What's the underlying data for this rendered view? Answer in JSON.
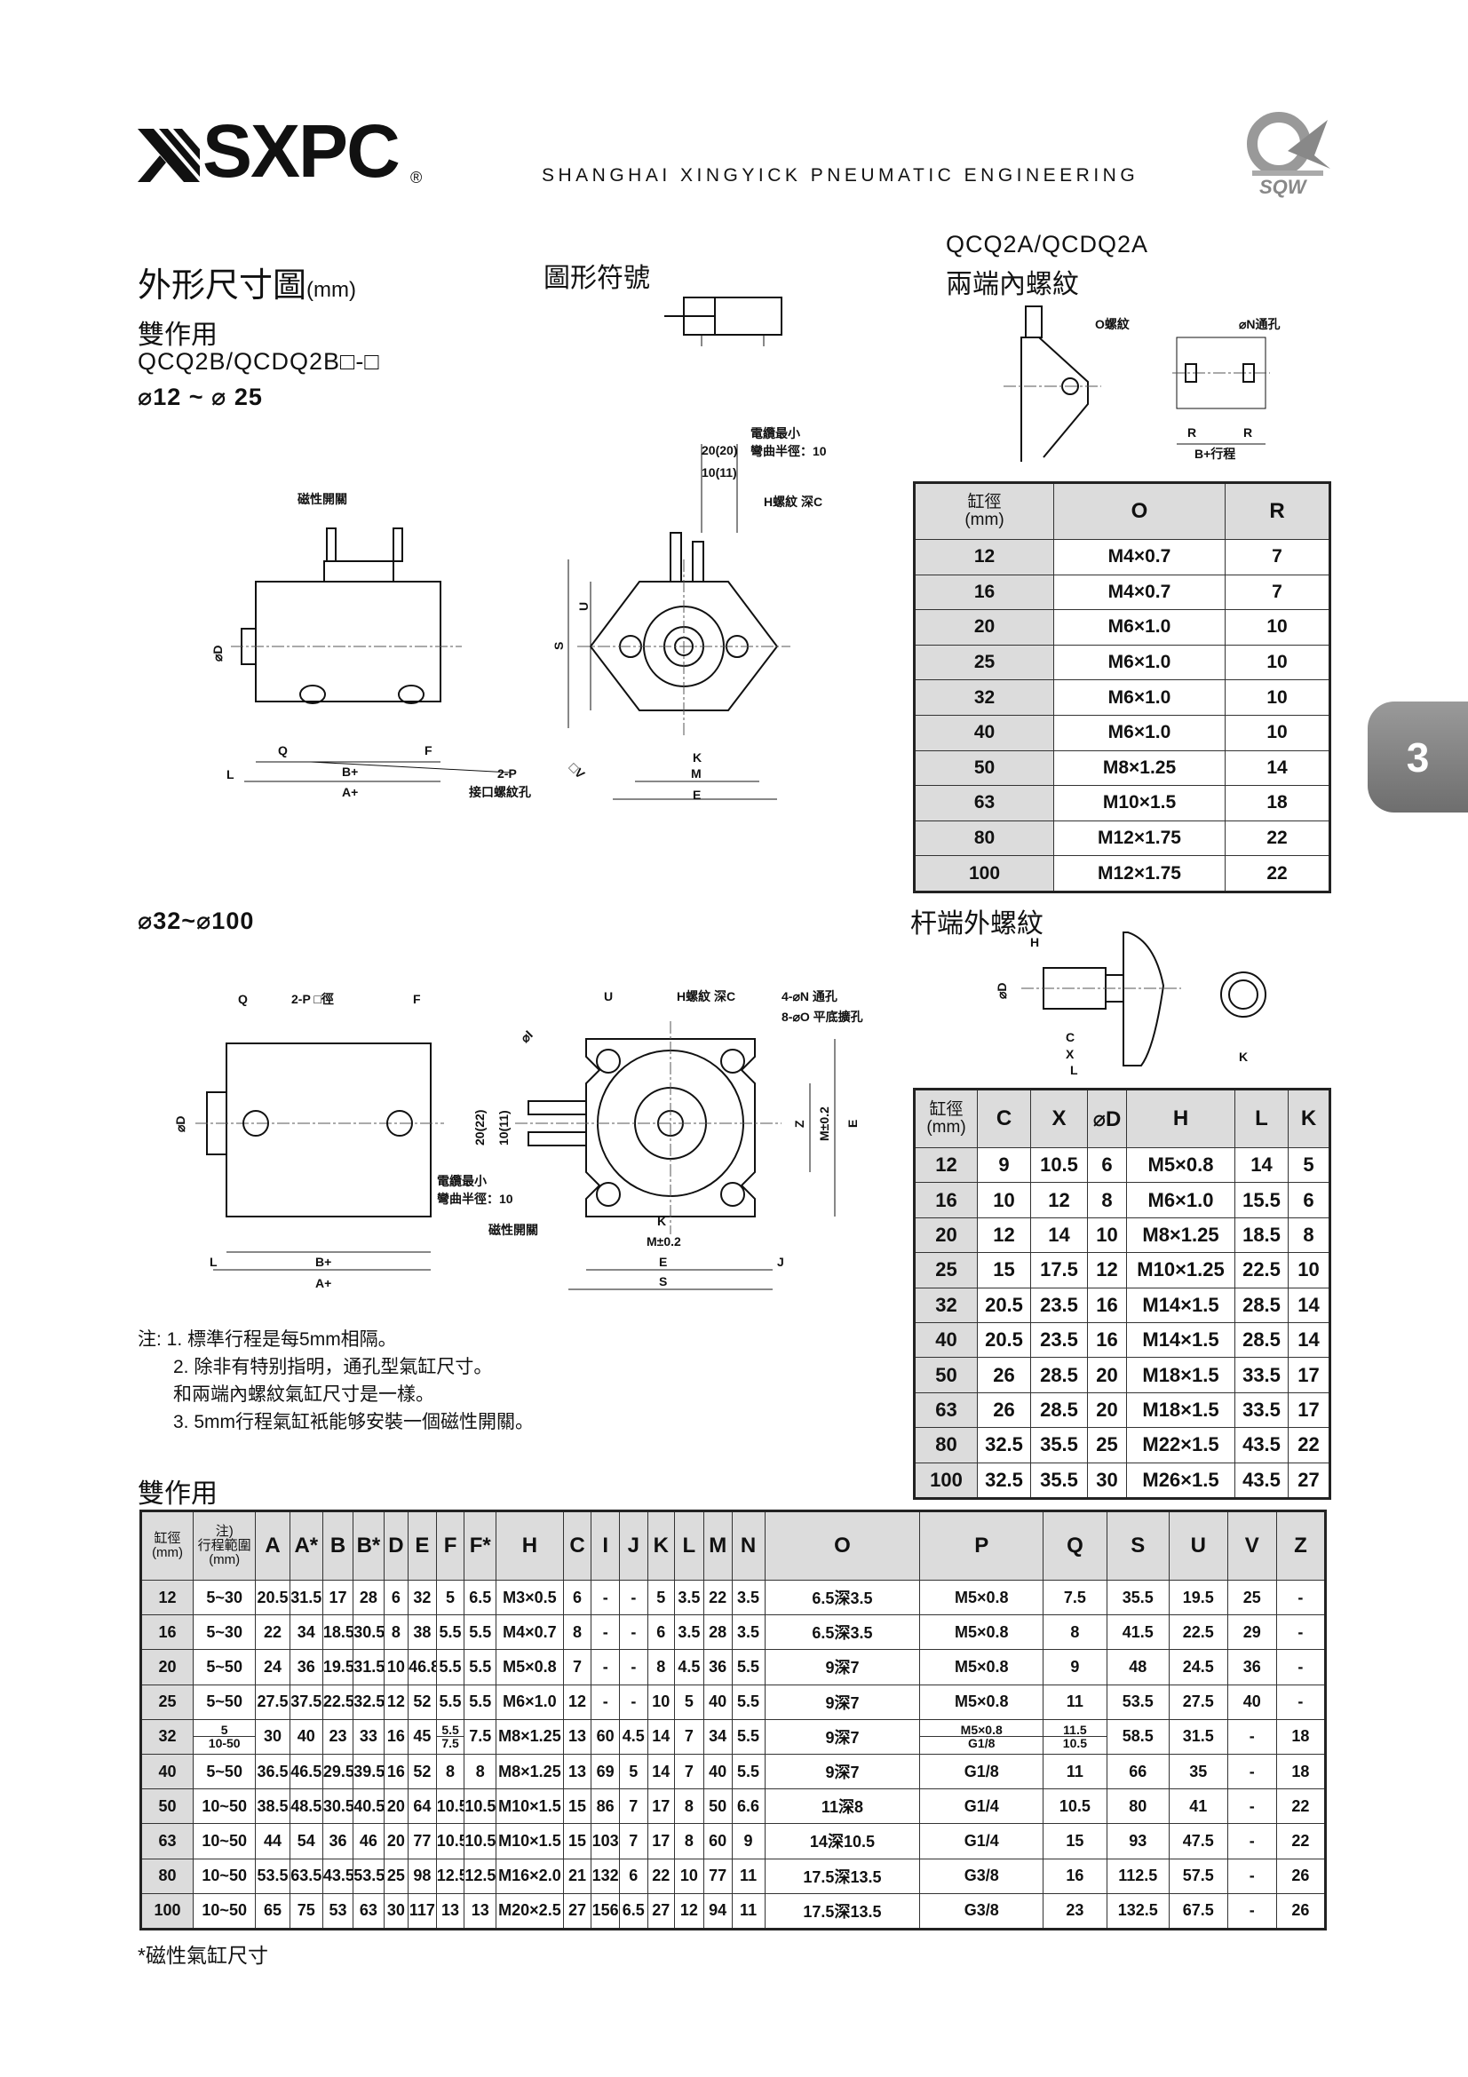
{
  "header": {
    "brand": "SXPC",
    "registered": "®",
    "company": "SHANGHAI XINGYICK PNEUMATIC ENGINEERING",
    "sqw_logo": "SQW"
  },
  "page_tab": "3",
  "titles": {
    "dimensions": "外形尺寸圖",
    "dimensions_unit": "(mm)",
    "double_acting": "雙作用",
    "model": "QCQ2B/QCDQ2B□-□",
    "range_small": "⌀12 ~ ⌀ 25",
    "symbol": "圖形符號",
    "model_a": "QCQ2A/QCDQ2A",
    "internal_thread": "兩端內螺紋",
    "range_large": "⌀32~⌀100",
    "rod_thread": "杆端外螺紋",
    "double_acting_2": "雙作用"
  },
  "drawing_small_side": {
    "switch": "磁性開關",
    "d": "⌀D",
    "q": "Q",
    "f": "F",
    "l": "L",
    "b": "B+",
    "a": "A+",
    "port1": "2-P",
    "port2": "接口螺紋孔"
  },
  "drawing_small_front": {
    "w1": "20(20)",
    "w2": "10(11)",
    "cable1": "電纜最小",
    "cable2": "彎曲半徑：10",
    "hthread": "H螺紋  深C",
    "u": "U",
    "s": "S",
    "v": "□V",
    "k": "K",
    "m": "M",
    "e": "E"
  },
  "drawing_internal": {
    "o": "O螺紋",
    "n": "⌀N通孔",
    "r1": "R",
    "r2": "R",
    "b": "B+行程"
  },
  "drawing_rod": {
    "h": "H",
    "d": "⌀D",
    "c": "C",
    "x": "X",
    "l": "L",
    "k": "K"
  },
  "drawing_large_side": {
    "q": "Q",
    "p": "2-P  □徑",
    "f": "F",
    "d": "⌀D",
    "l": "L",
    "b": "B+",
    "a": "A+"
  },
  "drawing_large_front": {
    "i": "⌀I",
    "u": "U",
    "h": "H螺紋  深C",
    "n": "4-⌀N     通孔",
    "o": "8-⌀O    平底擴孔",
    "w1": "20(22)",
    "w2": "10(11)",
    "z": "Z",
    "m1": "M±0.2",
    "e1": "E",
    "cable1": "電纜最小",
    "cable2": "彎曲半徑：10",
    "switch": "磁性開關",
    "k": "K",
    "m2": "M±0.2",
    "e2": "E",
    "j": "J",
    "s": "S"
  },
  "or_table": {
    "headers": [
      "缸徑\n(mm)",
      "O",
      "R"
    ],
    "rows": [
      [
        "12",
        "M4×0.7",
        "7"
      ],
      [
        "16",
        "M4×0.7",
        "7"
      ],
      [
        "20",
        "M6×1.0",
        "10"
      ],
      [
        "25",
        "M6×1.0",
        "10"
      ],
      [
        "32",
        "M6×1.0",
        "10"
      ],
      [
        "40",
        "M6×1.0",
        "10"
      ],
      [
        "50",
        "M8×1.25",
        "14"
      ],
      [
        "63",
        "M10×1.5",
        "18"
      ],
      [
        "80",
        "M12×1.75",
        "22"
      ],
      [
        "100",
        "M12×1.75",
        "22"
      ]
    ]
  },
  "rod_table": {
    "headers": [
      "缸徑\n(mm)",
      "C",
      "X",
      "⌀D",
      "H",
      "L",
      "K"
    ],
    "rows": [
      [
        "12",
        "9",
        "10.5",
        "6",
        "M5×0.8",
        "14",
        "5"
      ],
      [
        "16",
        "10",
        "12",
        "8",
        "M6×1.0",
        "15.5",
        "6"
      ],
      [
        "20",
        "12",
        "14",
        "10",
        "M8×1.25",
        "18.5",
        "8"
      ],
      [
        "25",
        "15",
        "17.5",
        "12",
        "M10×1.25",
        "22.5",
        "10"
      ],
      [
        "32",
        "20.5",
        "23.5",
        "16",
        "M14×1.5",
        "28.5",
        "14"
      ],
      [
        "40",
        "20.5",
        "23.5",
        "16",
        "M14×1.5",
        "28.5",
        "14"
      ],
      [
        "50",
        "26",
        "28.5",
        "20",
        "M18×1.5",
        "33.5",
        "17"
      ],
      [
        "63",
        "26",
        "28.5",
        "20",
        "M18×1.5",
        "33.5",
        "17"
      ],
      [
        "80",
        "32.5",
        "35.5",
        "25",
        "M22×1.5",
        "43.5",
        "22"
      ],
      [
        "100",
        "32.5",
        "35.5",
        "30",
        "M26×1.5",
        "43.5",
        "27"
      ]
    ]
  },
  "notes": [
    "注: 1. 標準行程是每5mm相隔。",
    "2. 除非有特别指明，通孔型氣缸尺寸。",
    "和兩端內螺紋氣缸尺寸是一樣。",
    "3. 5mm行程氣缸衹能够安裝一個磁性開關。"
  ],
  "main_table": {
    "headers": [
      "缸徑\n(mm)",
      "注)\n行程範圍\n(mm)",
      "A",
      "A*",
      "B",
      "B*",
      "D",
      "E",
      "F",
      "F*",
      "H",
      "C",
      "I",
      "J",
      "K",
      "L",
      "M",
      "N",
      "O",
      "P",
      "Q",
      "S",
      "U",
      "V",
      "Z"
    ],
    "rows": [
      [
        "12",
        "5~30",
        "20.5",
        "31.5",
        "17",
        "28",
        "6",
        "32",
        "5",
        "6.5",
        "M3×0.5",
        "6",
        "-",
        "-",
        "5",
        "3.5",
        "22",
        "3.5",
        "6.5深3.5",
        "M5×0.8",
        "7.5",
        "35.5",
        "19.5",
        "25",
        "-"
      ],
      [
        "16",
        "5~30",
        "22",
        "34",
        "18.5",
        "30.5",
        "8",
        "38",
        "5.5",
        "5.5",
        "M4×0.7",
        "8",
        "-",
        "-",
        "6",
        "3.5",
        "28",
        "3.5",
        "6.5深3.5",
        "M5×0.8",
        "8",
        "41.5",
        "22.5",
        "29",
        "-"
      ],
      [
        "20",
        "5~50",
        "24",
        "36",
        "19.5",
        "31.5",
        "10",
        "46.8",
        "5.5",
        "5.5",
        "M5×0.8",
        "7",
        "-",
        "-",
        "8",
        "4.5",
        "36",
        "5.5",
        "9深7",
        "M5×0.8",
        "9",
        "48",
        "24.5",
        "36",
        "-"
      ],
      [
        "25",
        "5~50",
        "27.5",
        "37.5",
        "22.5",
        "32.5",
        "12",
        "52",
        "5.5",
        "5.5",
        "M6×1.0",
        "12",
        "-",
        "-",
        "10",
        "5",
        "40",
        "5.5",
        "9深7",
        "M5×0.8",
        "11",
        "53.5",
        "27.5",
        "40",
        "-"
      ],
      [
        "32",
        [
          "5",
          "10-50"
        ],
        "30",
        "40",
        "23",
        "33",
        "16",
        "45",
        [
          "5.5",
          "7.5"
        ],
        "7.5",
        "M8×1.25",
        "13",
        "60",
        "4.5",
        "14",
        "7",
        "34",
        "5.5",
        "9深7",
        [
          "M5×0.8",
          "G1/8"
        ],
        [
          "11.5",
          "10.5"
        ],
        "58.5",
        "31.5",
        "-",
        "18"
      ],
      [
        "40",
        "5~50",
        "36.5",
        "46.5",
        "29.5",
        "39.5",
        "16",
        "52",
        "8",
        "8",
        "M8×1.25",
        "13",
        "69",
        "5",
        "14",
        "7",
        "40",
        "5.5",
        "9深7",
        "G1/8",
        "11",
        "66",
        "35",
        "-",
        "18"
      ],
      [
        "50",
        "10~50",
        "38.5",
        "48.5",
        "30.5",
        "40.5",
        "20",
        "64",
        "10.5",
        "10.5",
        "M10×1.5",
        "15",
        "86",
        "7",
        "17",
        "8",
        "50",
        "6.6",
        "11深8",
        "G1/4",
        "10.5",
        "80",
        "41",
        "-",
        "22"
      ],
      [
        "63",
        "10~50",
        "44",
        "54",
        "36",
        "46",
        "20",
        "77",
        "10.5",
        "10.5",
        "M10×1.5",
        "15",
        "103",
        "7",
        "17",
        "8",
        "60",
        "9",
        "14深10.5",
        "G1/4",
        "15",
        "93",
        "47.5",
        "-",
        "22"
      ],
      [
        "80",
        "10~50",
        "53.5",
        "63.5",
        "43.5",
        "53.5",
        "25",
        "98",
        "12.5",
        "12.5",
        "M16×2.0",
        "21",
        "132",
        "6",
        "22",
        "10",
        "77",
        "11",
        "17.5深13.5",
        "G3/8",
        "16",
        "112.5",
        "57.5",
        "-",
        "26"
      ],
      [
        "100",
        "10~50",
        "65",
        "75",
        "53",
        "63",
        "30",
        "117",
        "13",
        "13",
        "M20×2.5",
        "27",
        "156",
        "6.5",
        "27",
        "12",
        "94",
        "11",
        "17.5深13.5",
        "G3/8",
        "23",
        "132.5",
        "67.5",
        "-",
        "26"
      ]
    ]
  },
  "footnote": "*磁性氣缸尺寸"
}
